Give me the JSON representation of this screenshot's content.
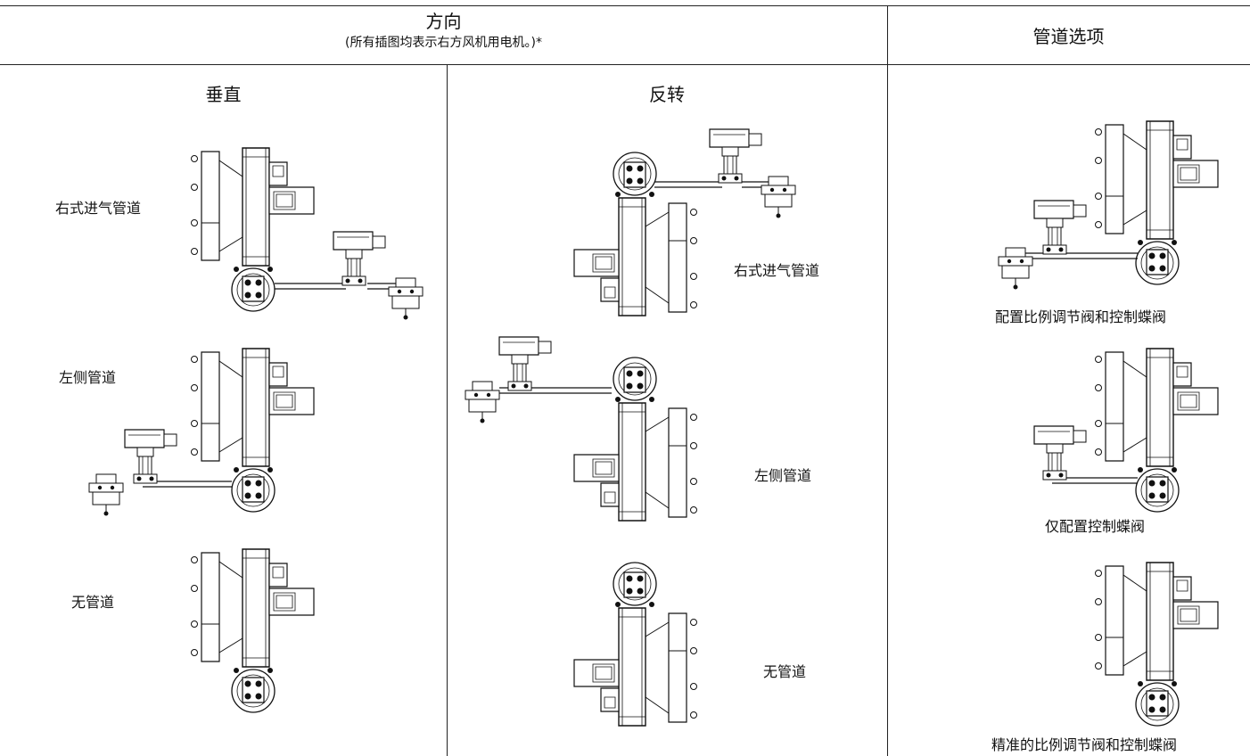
{
  "header": {
    "direction_title": "方向",
    "direction_note": "(所有插图均表示右方风机用电机。)*",
    "duct_options_title": "管道选项"
  },
  "columns": {
    "vertical": {
      "title": "垂直",
      "labels": [
        "右式进气管道",
        "左侧管道",
        "无管道"
      ]
    },
    "reverse": {
      "title": "反转",
      "labels": [
        "右式进气管道",
        "左侧管道",
        "无管道"
      ]
    },
    "duct_options": {
      "captions": [
        "配置比例调节阀和控制蝶阀",
        "仅配置控制蝶阀",
        "精准的比例调节阀和控制蝶阀"
      ]
    }
  }
}
